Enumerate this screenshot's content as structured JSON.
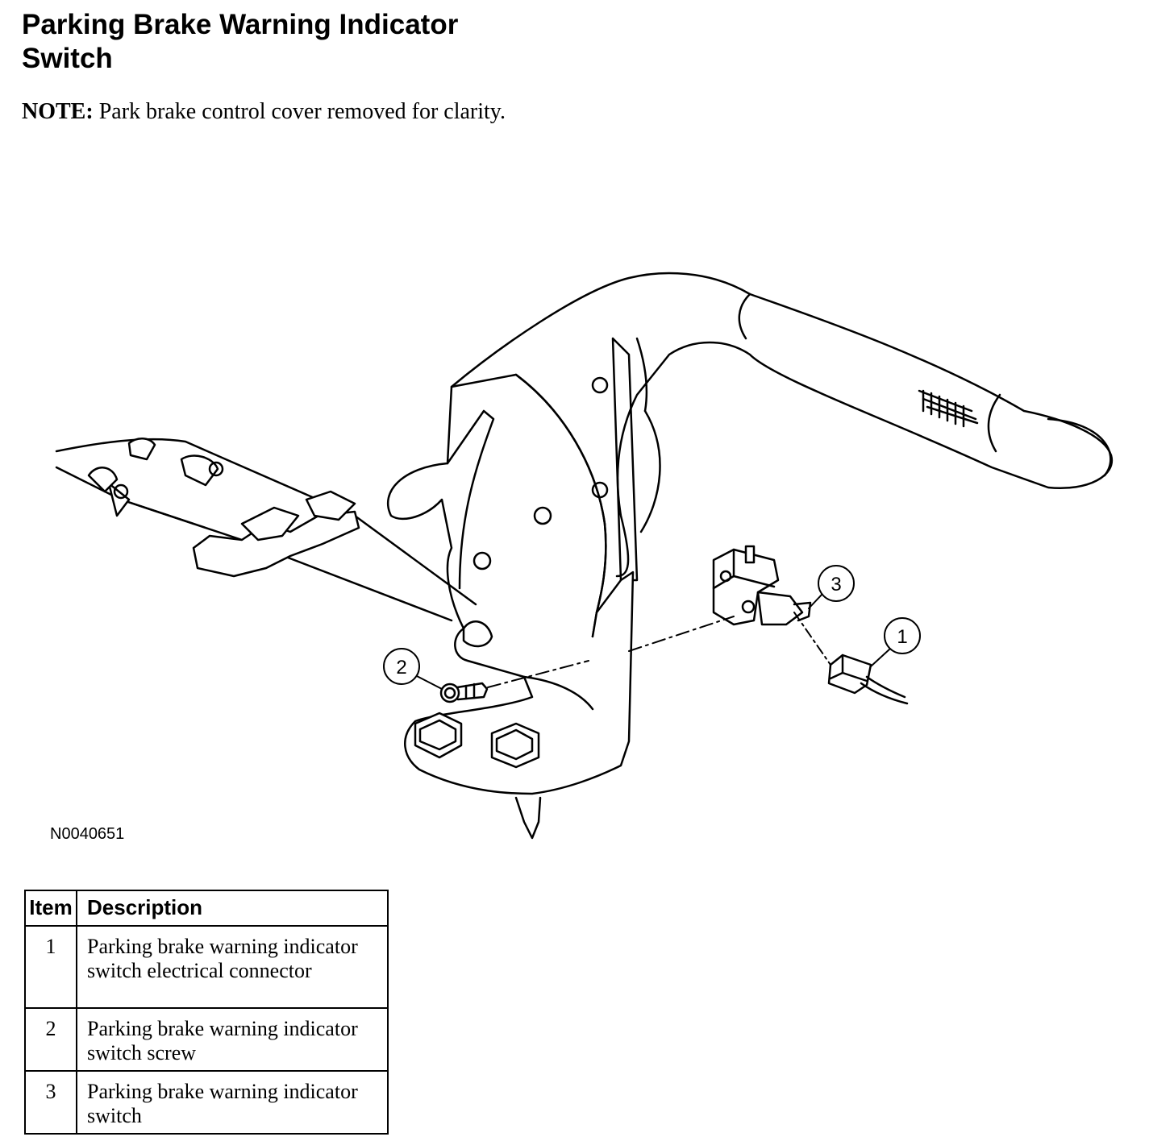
{
  "title": {
    "line1": "Parking Brake Warning Indicator",
    "line2": "Switch"
  },
  "note": {
    "label": "NOTE:",
    "text": " Park brake control cover removed for clarity."
  },
  "figure": {
    "id": "N0040651",
    "callouts": [
      "1",
      "2",
      "3"
    ]
  },
  "legend": {
    "headers": [
      "Item",
      "Description"
    ],
    "rows": [
      {
        "item": "1",
        "description": "Parking brake warning indicator switch electrical connector"
      },
      {
        "item": "2",
        "description": "Parking brake warning indicator switch screw"
      },
      {
        "item": "3",
        "description": "Parking brake warning indicator switch"
      }
    ]
  }
}
